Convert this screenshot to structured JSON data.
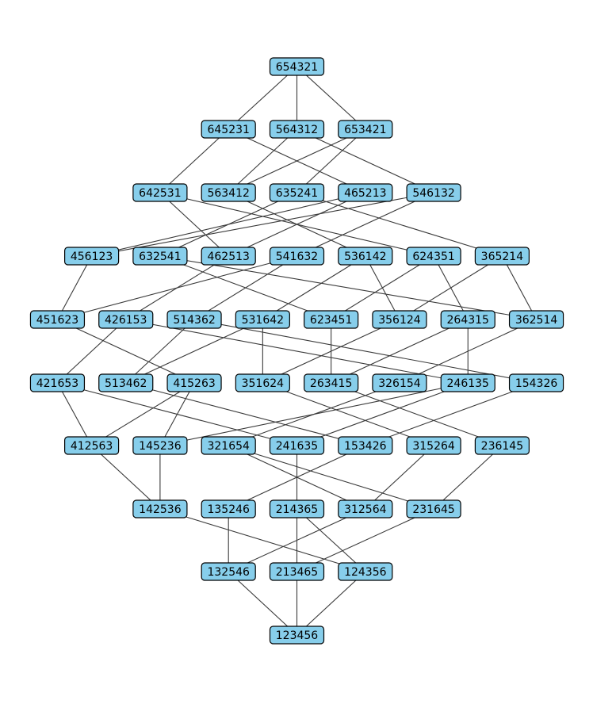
{
  "levels": [
    [
      "654321"
    ],
    [
      "645231",
      "564312",
      "653421"
    ],
    [
      "642531",
      "563412",
      "635241",
      "465213",
      "546132"
    ],
    [
      "456123",
      "632541",
      "462513",
      "541632",
      "536142",
      "624351",
      "365214"
    ],
    [
      "451623",
      "426153",
      "514362",
      "531642",
      "623451",
      "356124",
      "264315",
      "362514"
    ],
    [
      "421653",
      "513462",
      "415263",
      "351624",
      "263415",
      "326154",
      "246135",
      "154326"
    ],
    [
      "412563",
      "145236",
      "321654",
      "241635",
      "153426",
      "315264",
      "236145"
    ],
    [
      "142536",
      "135246",
      "214365",
      "312564",
      "231645"
    ],
    [
      "132546",
      "213465",
      "124356"
    ],
    [
      "123456"
    ]
  ],
  "edges": [
    [
      "654321",
      "645231"
    ],
    [
      "654321",
      "564312"
    ],
    [
      "654321",
      "653421"
    ],
    [
      "645231",
      "642531"
    ],
    [
      "645231",
      "465213"
    ],
    [
      "564312",
      "563412"
    ],
    [
      "564312",
      "546132"
    ],
    [
      "653421",
      "563412"
    ],
    [
      "653421",
      "635241"
    ],
    [
      "642531",
      "462513"
    ],
    [
      "642531",
      "624351"
    ],
    [
      "563412",
      "536142"
    ],
    [
      "635241",
      "632541"
    ],
    [
      "635241",
      "365214"
    ],
    [
      "465213",
      "456123"
    ],
    [
      "465213",
      "462513"
    ],
    [
      "546132",
      "456123"
    ],
    [
      "546132",
      "541632"
    ],
    [
      "456123",
      "451623"
    ],
    [
      "632541",
      "623451"
    ],
    [
      "632541",
      "362514"
    ],
    [
      "462513",
      "426153"
    ],
    [
      "541632",
      "451623"
    ],
    [
      "541632",
      "514362"
    ],
    [
      "536142",
      "531642"
    ],
    [
      "536142",
      "356124"
    ],
    [
      "624351",
      "623451"
    ],
    [
      "624351",
      "264315"
    ],
    [
      "365214",
      "356124"
    ],
    [
      "365214",
      "362514"
    ],
    [
      "451623",
      "415263"
    ],
    [
      "426153",
      "421653"
    ],
    [
      "426153",
      "246135"
    ],
    [
      "514362",
      "513462"
    ],
    [
      "514362",
      "154326"
    ],
    [
      "531642",
      "513462"
    ],
    [
      "531642",
      "351624"
    ],
    [
      "623451",
      "263415"
    ],
    [
      "356124",
      "351624"
    ],
    [
      "264315",
      "263415"
    ],
    [
      "264315",
      "246135"
    ],
    [
      "362514",
      "326154"
    ],
    [
      "421653",
      "412563"
    ],
    [
      "421653",
      "241635"
    ],
    [
      "513462",
      "153426"
    ],
    [
      "415263",
      "412563"
    ],
    [
      "415263",
      "145236"
    ],
    [
      "351624",
      "315264"
    ],
    [
      "263415",
      "236145"
    ],
    [
      "326154",
      "321654"
    ],
    [
      "246135",
      "145236"
    ],
    [
      "246135",
      "241635"
    ],
    [
      "154326",
      "153426"
    ],
    [
      "412563",
      "142536"
    ],
    [
      "145236",
      "142536"
    ],
    [
      "321654",
      "312564"
    ],
    [
      "321654",
      "231645"
    ],
    [
      "241635",
      "214365"
    ],
    [
      "153426",
      "135246"
    ],
    [
      "315264",
      "312564"
    ],
    [
      "236145",
      "231645"
    ],
    [
      "142536",
      "124356"
    ],
    [
      "135246",
      "132546"
    ],
    [
      "214365",
      "213465"
    ],
    [
      "214365",
      "124356"
    ],
    [
      "312564",
      "132546"
    ],
    [
      "231645",
      "213465"
    ],
    [
      "132546",
      "123456"
    ],
    [
      "213465",
      "123456"
    ],
    [
      "124356",
      "123456"
    ]
  ],
  "style": {
    "node_fill": "#87ceeb",
    "node_stroke": "#000000",
    "edge_color": "#3a3a3a"
  }
}
